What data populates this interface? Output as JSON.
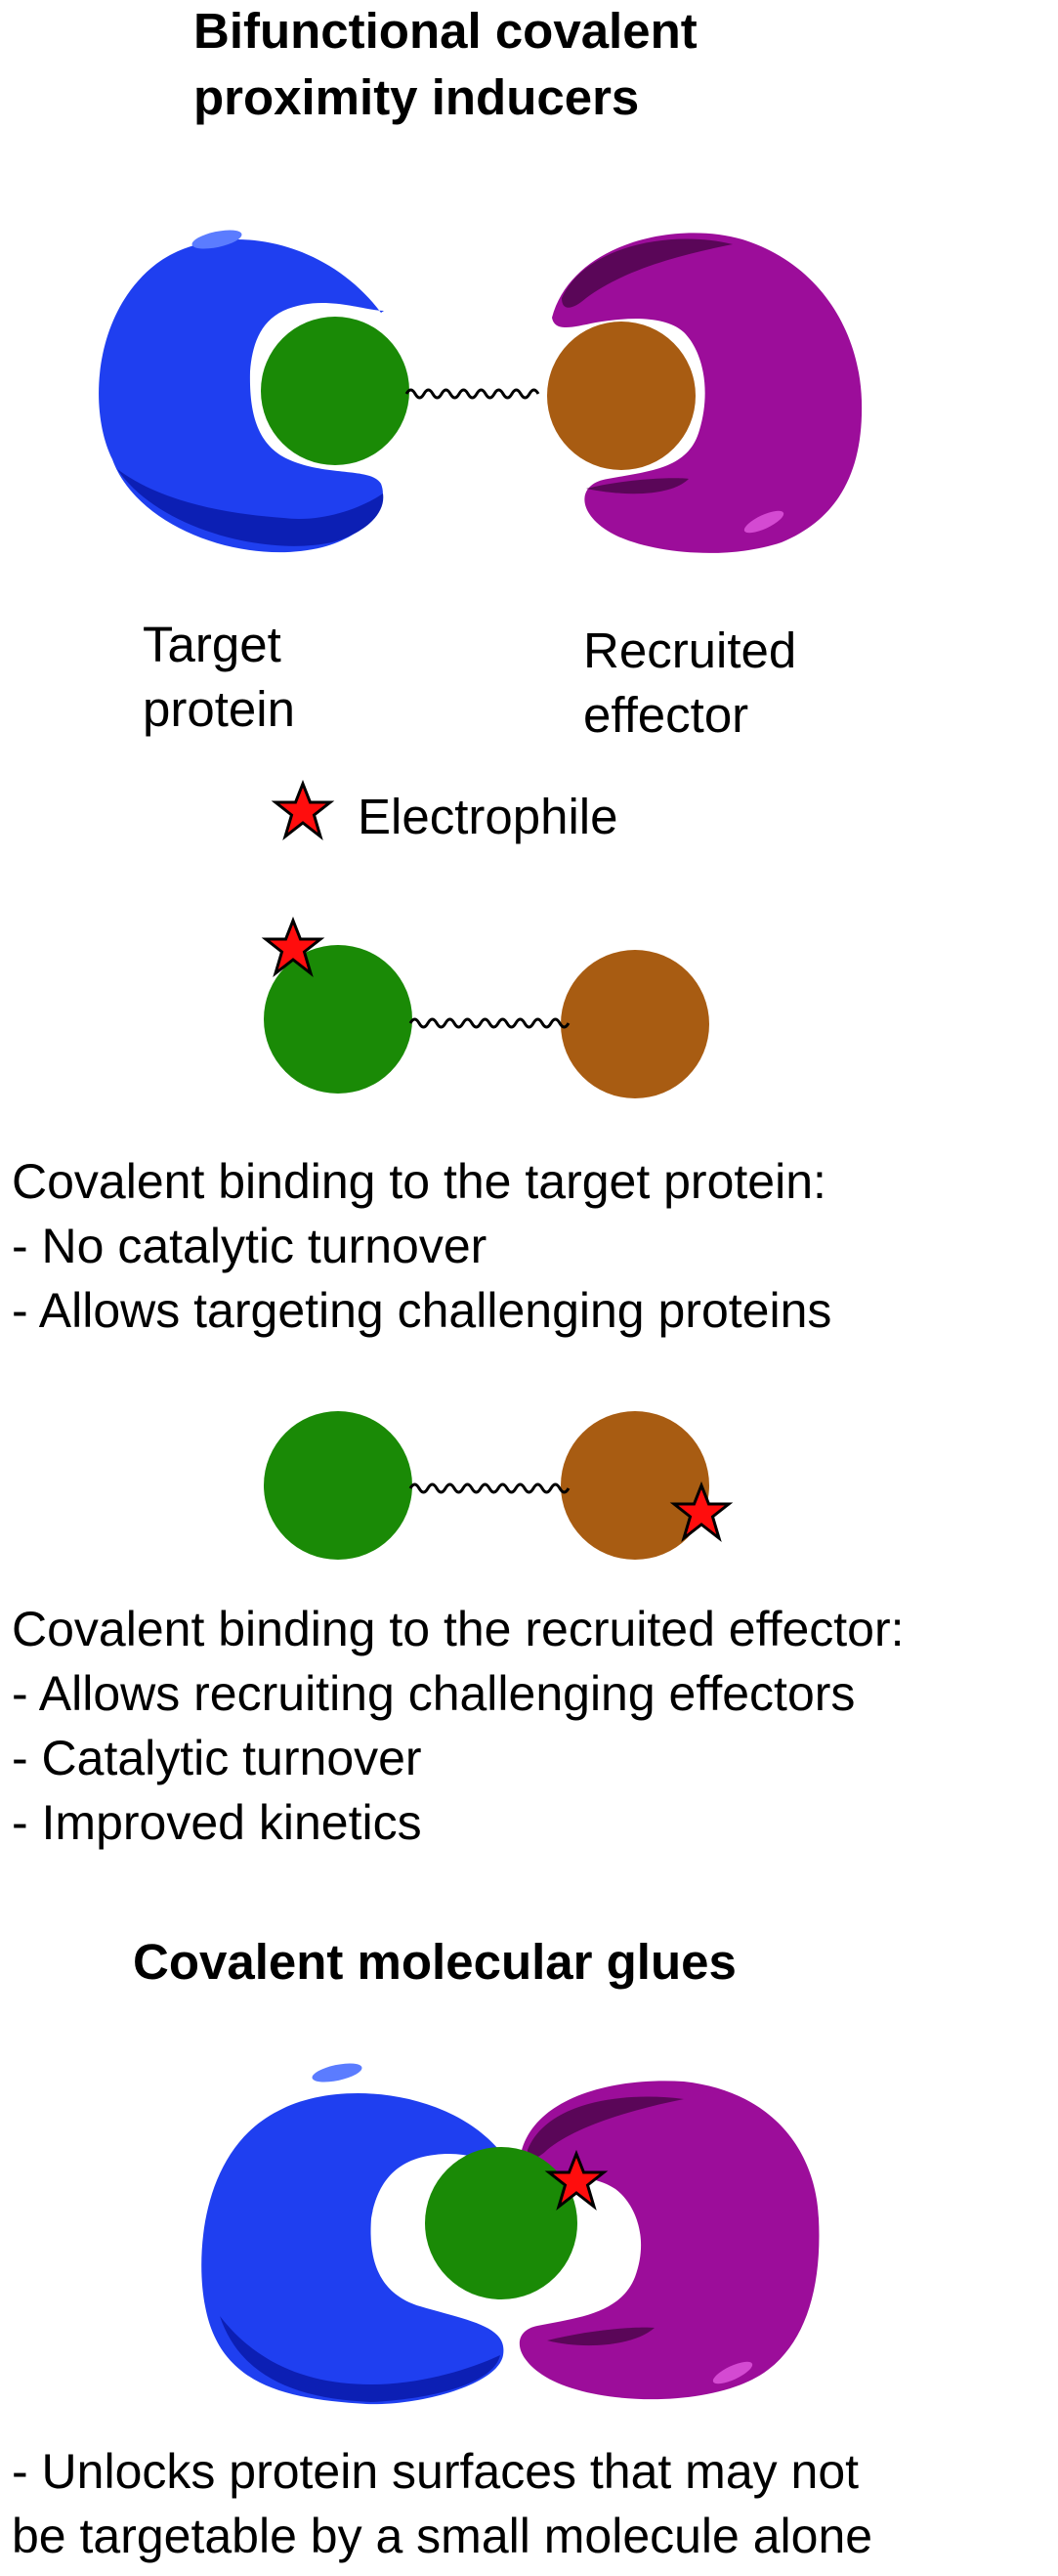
{
  "section1": {
    "title_line1": "Bifunctional covalent",
    "title_line2": "proximity inducers",
    "label_target_line1": "Target",
    "label_target_line2": "protein",
    "label_effector_line1": "Recruited",
    "label_effector_line2": "effector"
  },
  "legend": {
    "icon": "red-star-icon",
    "label": "Electrophile"
  },
  "section2": {
    "heading": "Covalent binding to the target protein:",
    "bullets": [
      "- No catalytic turnover",
      "- Allows targeting challenging proteins"
    ]
  },
  "section3": {
    "heading": "Covalent binding to the recruited effector:",
    "bullets": [
      "- Allows recruiting challenging effectors",
      "- Catalytic turnover",
      "- Improved kinetics"
    ]
  },
  "section4": {
    "title": "Covalent molecular glues",
    "line1": "- Unlocks protein surfaces that may not",
    "line2": "be targetable by a small molecule alone"
  },
  "colors": {
    "target_protein": "#1f3ff0",
    "target_protein_dark": "#0c1fb4",
    "effector": "#9c0d9a",
    "effector_dark": "#5a0658",
    "target_ligand": "#1a8a06",
    "effector_ligand": "#a85c12",
    "electrophile": "#ff0d0d"
  }
}
